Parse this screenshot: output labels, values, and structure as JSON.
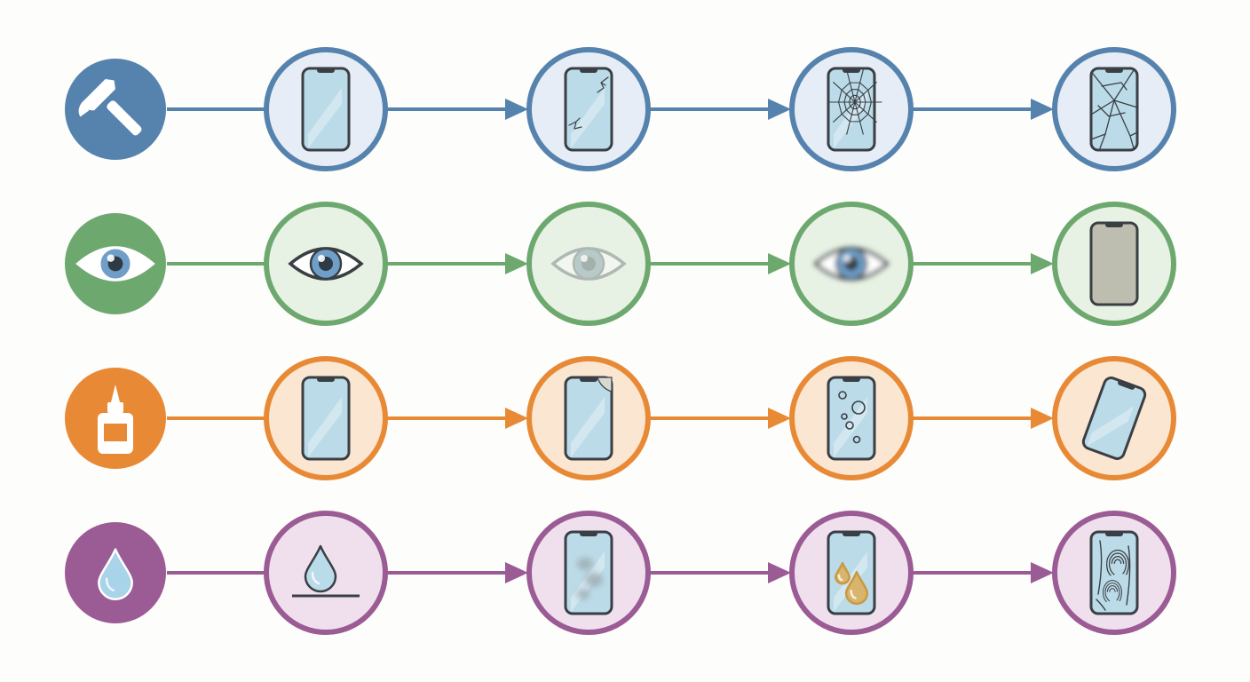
{
  "diagram": {
    "rows": [
      {
        "id": "impact",
        "colors": {
          "main": "#5683ad",
          "light": "#e6edf6"
        },
        "stages": [
          "hammer-icon",
          "phone-intact-icon",
          "phone-minor-crack-icon",
          "phone-spiderweb-crack-icon",
          "phone-shattered-icon"
        ]
      },
      {
        "id": "clarity",
        "colors": {
          "main": "#6da86f",
          "light": "#e7f2e4"
        },
        "stages": [
          "eye-icon",
          "eye-clear-icon",
          "eye-faded-icon",
          "eye-blurred-icon",
          "phone-opaque-screen-icon"
        ]
      },
      {
        "id": "adhesive",
        "colors": {
          "main": "#e88a35",
          "light": "#fbe6d1"
        },
        "stages": [
          "glue-bottle-icon",
          "phone-intact-icon",
          "phone-peeling-corner-icon",
          "phone-bubbles-icon",
          "protector-detached-icon"
        ]
      },
      {
        "id": "oleophobic",
        "colors": {
          "main": "#9b5b94",
          "light": "#f0e0ee"
        },
        "stages": [
          "water-drop-icon",
          "drop-beading-on-surface-icon",
          "phone-smudges-icon",
          "phone-oil-drop-icon",
          "phone-fingerprints-icon"
        ]
      }
    ],
    "screen_color": "#bcdbe8",
    "frame_color": "#3a3f44"
  }
}
